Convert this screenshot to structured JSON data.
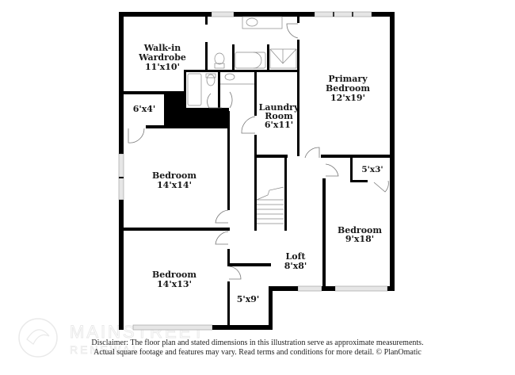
{
  "floor_plan": {
    "rooms": [
      {
        "id": "walk-in-wardrobe",
        "name_lines": [
          "Walk-in",
          "Wardrobe"
        ],
        "dimensions": "11'x10'"
      },
      {
        "id": "primary-bedroom",
        "name_lines": [
          "Primary",
          "Bedroom"
        ],
        "dimensions": "12'x19'"
      },
      {
        "id": "laundry-room",
        "name_lines": [
          "Laundry",
          "Room"
        ],
        "dimensions": "6'x11'"
      },
      {
        "id": "closet-6x4",
        "name_lines": [],
        "dimensions": "6'x4'"
      },
      {
        "id": "bedroom-14x14",
        "name_lines": [
          "Bedroom"
        ],
        "dimensions": "14'x14'"
      },
      {
        "id": "closet-5x3",
        "name_lines": [],
        "dimensions": "5'x3'"
      },
      {
        "id": "bedroom-9x18",
        "name_lines": [
          "Bedroom"
        ],
        "dimensions": "9'x18'"
      },
      {
        "id": "loft",
        "name_lines": [
          "Loft"
        ],
        "dimensions": "8'x8'"
      },
      {
        "id": "bedroom-14x13",
        "name_lines": [
          "Bedroom"
        ],
        "dimensions": "14'x13'"
      },
      {
        "id": "closet-5x9",
        "name_lines": [],
        "dimensions": "5'x9'"
      }
    ],
    "labels": {
      "walkin_l1": "Walk-in",
      "walkin_l2": "Wardrobe",
      "walkin_dim": "11'x10'",
      "primary_l1": "Primary",
      "primary_l2": "Bedroom",
      "primary_dim": "12'x19'",
      "laundry_l1": "Laundry",
      "laundry_l2": "Room",
      "laundry_dim": "6'x11'",
      "closet_6x4": "6'x4'",
      "bed1_name": "Bedroom",
      "bed1_dim": "14'x14'",
      "closet_5x3": "5'x3'",
      "bed2_name": "Bedroom",
      "bed2_dim": "9'x18'",
      "loft_name": "Loft",
      "loft_dim": "8'x8'",
      "bed3_name": "Bedroom",
      "bed3_dim": "14'x13'",
      "closet_5x9": "5'x9'"
    }
  },
  "watermark": {
    "line1": "MAINSTREET",
    "line2": "RENEWAL"
  },
  "disclaimer": {
    "line1": "Disclaimer: The floor plan and stated dimensions in this illustration serve as approximate measurements.",
    "line2": "Actual square footage and features may vary. Read terms and conditions for more detail. © PlanOmatic"
  },
  "colors": {
    "wall": "#000000",
    "window": "#d9d9d9",
    "fixture": "#888888",
    "background": "#ffffff"
  }
}
